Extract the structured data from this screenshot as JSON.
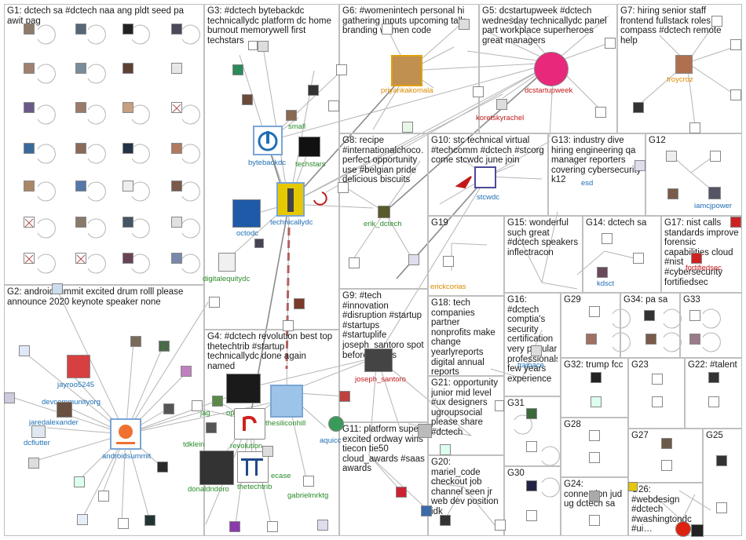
{
  "groups": [
    {
      "id": "G1",
      "title": "G1: dctech sa #dctech naa ang pldt seed pa awit pag"
    },
    {
      "id": "G2",
      "title": "G2: androidsummit excited drum rolll please announce 2020 keynote speaker none"
    },
    {
      "id": "G3",
      "title": "G3: #dctech bytebackdc technicallydc platform dc home burnout memorywell first techstars"
    },
    {
      "id": "G4",
      "title": "G4: #dctech revolution best top thetechtrib #startup technicallydc done again named"
    },
    {
      "id": "G5",
      "title": "G5: dcstartupweek #dctech wednesday technicallydc panel part workplace superheroes great managers"
    },
    {
      "id": "G6",
      "title": "G6: #womenintech personal hi gathering inputs upcoming talk branding women code"
    },
    {
      "id": "G7",
      "title": "G7: hiring senior staff frontend fullstack roles compass #dctech remote help"
    },
    {
      "id": "G8",
      "title": "G8: recipe #internationalchoco… perfect opportunity use #belgian pride delicious biscuits"
    },
    {
      "id": "G9",
      "title": "G9: #tech #innovation #disruption #startup #startups #startuplife joseph_santoro spot before strikes"
    },
    {
      "id": "G10",
      "title": "G10: stc technical virtual #techcomm #dctech #stcorg come stcwdc june join"
    },
    {
      "id": "G11",
      "title": "G11: platform super excited ordway wins tiecon tie50 cloud_awards #saas awards"
    },
    {
      "id": "G12",
      "title": "G12"
    },
    {
      "id": "G13",
      "title": "G13: industry dive hiring engineering qa manager reporters covering cybersecurity k12"
    },
    {
      "id": "G14",
      "title": "G14: dctech sa"
    },
    {
      "id": "G15",
      "title": "G15: wonderful such great #dctech speakers inflectracon"
    },
    {
      "id": "G16",
      "title": "G16: #dctech comptia's security certification very popular professionals few years experience"
    },
    {
      "id": "G17",
      "title": "G17: nist calls standards improve forensic capabilities cloud #nist #cybersecurity fortifiedsec"
    },
    {
      "id": "G18",
      "title": "G18: tech companies partner nonprofits make change yearlyreports digital annual reports"
    },
    {
      "id": "G19",
      "title": "G19"
    },
    {
      "id": "G20",
      "title": "G20: mariel_code checkout job channel seen jr web dev position idk"
    },
    {
      "id": "G21",
      "title": "G21: opportunity junior mid level #ux designers ugroupsocial please share #dctech"
    },
    {
      "id": "G22",
      "title": "G22: #talent"
    },
    {
      "id": "G23",
      "title": "G23"
    },
    {
      "id": "G24",
      "title": "G24: connection jud ug dctech sa"
    },
    {
      "id": "G25",
      "title": "G25"
    },
    {
      "id": "G26",
      "title": "G26: #webdesign #dctech #washingtondc #ui…"
    },
    {
      "id": "G27",
      "title": "G27"
    },
    {
      "id": "G28",
      "title": "G28"
    },
    {
      "id": "G29",
      "title": "G29"
    },
    {
      "id": "G30",
      "title": "G30"
    },
    {
      "id": "G31",
      "title": "G31"
    },
    {
      "id": "G32",
      "title": "G32: trump fcc"
    },
    {
      "id": "G33",
      "title": "G33"
    },
    {
      "id": "G34",
      "title": "G34: pa sa"
    }
  ],
  "node_labels": {
    "bytebackdc": "bytebackdc",
    "techstars": "techstars",
    "small": "small",
    "octodc": "octodc",
    "technicallydc": "technicallydc",
    "digitalequitydc": "digitalequitydc",
    "priyankakomala": "priyankakomala",
    "dcstartupweek": "dcstartupweek",
    "koretskyrachel": "koretskyrachel",
    "troycroz": "troycroz",
    "erik_dctech": "erik_dctech",
    "stcwdc": "stcwdc",
    "esd": "esd",
    "iamcjpower": "iamcjpower",
    "kdsct": "kdsct",
    "fortifiedsec": "fortifiedsec",
    "erickcorias": "erickcorias",
    "trainace": "trainace",
    "jayroo5245": "jayroo5245",
    "devcommunityorg": "devcommunityorg",
    "jaredalexander": "jaredalexander",
    "dcflutter": "dcflutter",
    "androidsummit": "androidsummit",
    "jag": "jag",
    "op": "op",
    "tdklein": "tdklein",
    "revolution": "revolution",
    "thesiliconhill": "thesiliconhill",
    "aquicc": "aquicc",
    "donaldndoro": "donaldndoro",
    "thetechtrib": "thetechtrib",
    "ecase": "ecase",
    "gabrielmrktg": "gabrielmrktg",
    "joseph_santoro": "joseph_santoro"
  },
  "colors": {
    "box_border": "#bfbfbf",
    "edge": "#b5b5b5",
    "edge_dark": "#8c8c8c",
    "edge_brown": "#b06060",
    "label_blue": "#1f6fb5",
    "label_green": "#2a8a2a",
    "label_orange": "#d98a00",
    "label_red": "#c21a1a"
  }
}
